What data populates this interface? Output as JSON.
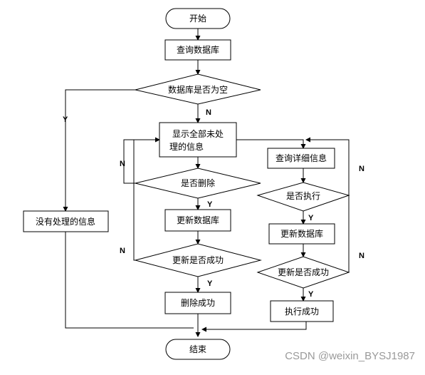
{
  "nodes": {
    "start": "开始",
    "query_db": "查询数据库",
    "is_empty": "数据库是否为空",
    "show_all_line1": "显示全部未处",
    "show_all_line2": "理的信息",
    "is_delete": "是否删除",
    "update_db_left": "更新数据库",
    "update_ok_left": "更新是否成功",
    "delete_ok": "删除成功",
    "no_info": "没有处理的信息",
    "query_detail": "查询详细信息",
    "is_execute": "是否执行",
    "update_db_right": "更新数据库",
    "update_ok_right": "更新是否成功",
    "execute_ok": "执行成功",
    "end": "结束"
  },
  "edge_labels": {
    "yes": "Y",
    "no": "N"
  },
  "watermark": "CSDN @weixin_BYSJ1987"
}
